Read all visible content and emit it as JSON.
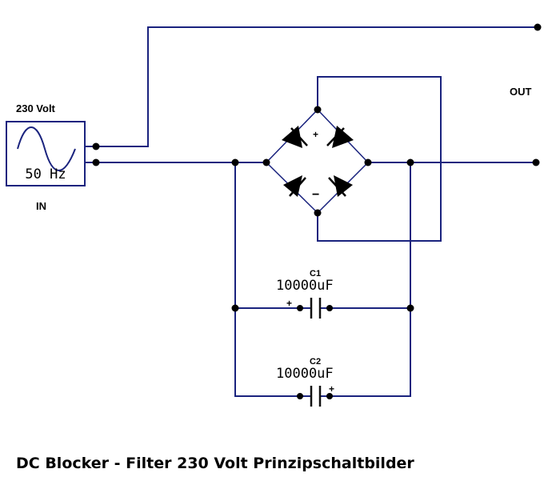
{
  "source": {
    "voltage_label": "230 Volt",
    "frequency_label": "50 Hz",
    "input_label": "IN"
  },
  "output": {
    "label": "OUT"
  },
  "bridge": {
    "plus_sign": "+",
    "minus_sign": "−"
  },
  "capacitors": [
    {
      "name": "C1",
      "value": "10000uF",
      "polarity_mark": "+"
    },
    {
      "name": "C2",
      "value": "10000uF",
      "polarity_mark": "+"
    }
  ],
  "caption": "DC Blocker - Filter 230 Volt Prinzipschaltbilder"
}
